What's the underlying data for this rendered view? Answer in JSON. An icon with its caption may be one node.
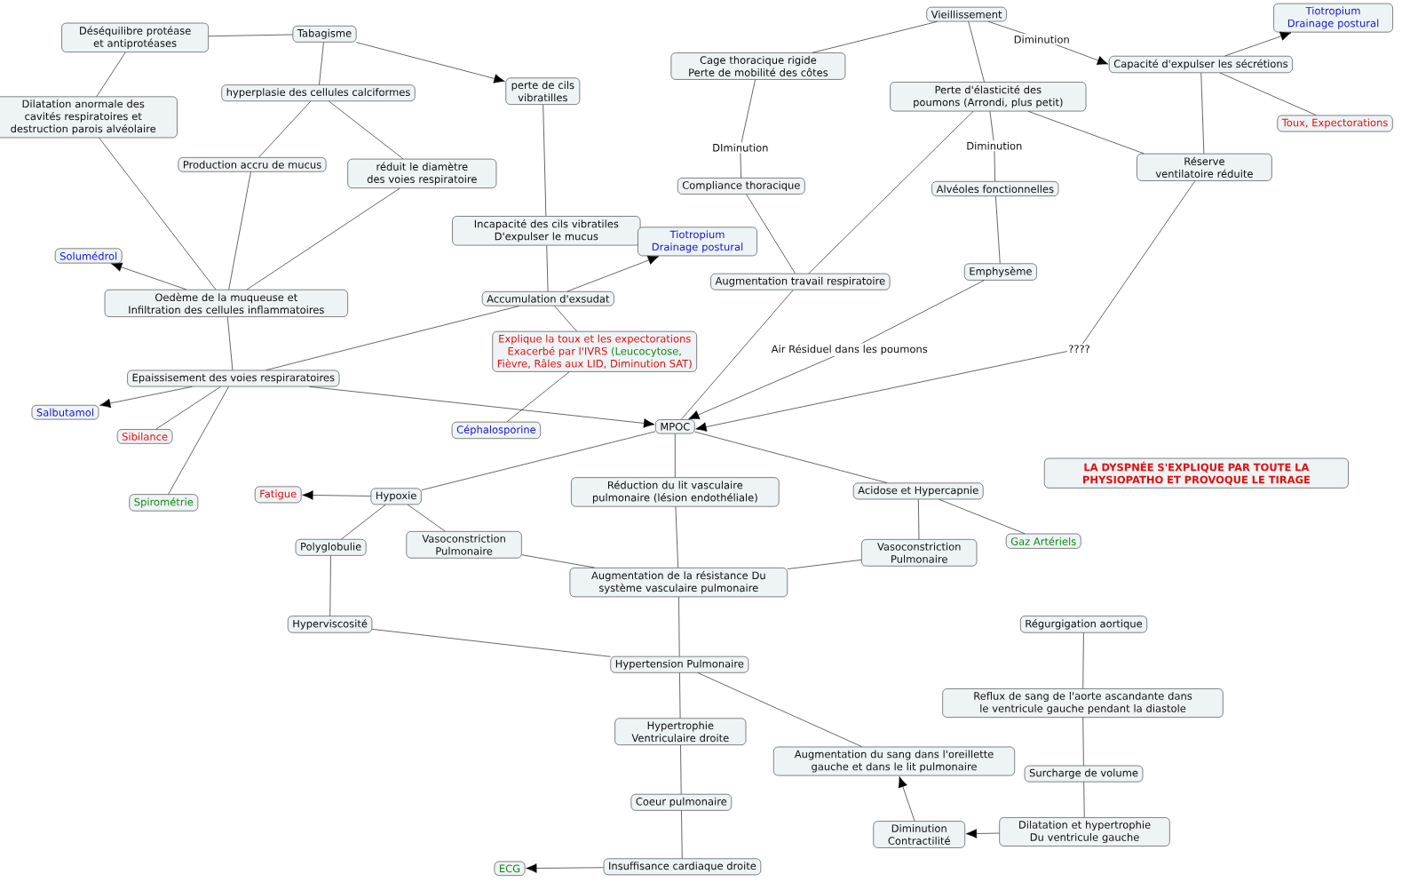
{
  "diagram": {
    "nodes": [
      {
        "text": [
          "Tabagisme"
        ]
      },
      {
        "text": [
          "Déséquilibre protéase et antiprotéases"
        ]
      },
      {
        "text": [
          "hyperplasie des cellules calciformes"
        ]
      },
      {
        "text": [
          "perte de cils vibratilles"
        ]
      },
      {
        "text": [
          "Dilatation anormale des cavités respiratoires et destruction parois alvéolaire"
        ]
      },
      {
        "text": [
          "Production accru de mucus"
        ]
      },
      {
        "text": [
          "réduit le diamètre des voies respiratoire"
        ]
      },
      {
        "text": [
          "Incapacité des cils vibratiles D'expulser le mucus"
        ]
      },
      {
        "text": [
          "Solumédrol"
        ]
      },
      {
        "text": [
          "Oedème de la muqueuse et Infiltration des cellules inflammatoires"
        ]
      },
      {
        "text": [
          "Accumulation d'exsudat"
        ]
      },
      {
        "text": [
          "Tiotropium Drainage postural"
        ]
      },
      {
        "text": [
          "Explique la toux et les expectorations",
          "Exacerbé par l'IVRS",
          "(Leucocytose,",
          "Fièvre, Râles aux LID, Diminution SAT)"
        ]
      },
      {
        "text": [
          "Epaissisement des voies respiraratoires"
        ]
      },
      {
        "text": [
          "Salbutamol"
        ]
      },
      {
        "text": [
          "Sibilance"
        ]
      },
      {
        "text": [
          "Céphalosporine"
        ]
      },
      {
        "text": [
          "Spirométrie"
        ]
      },
      {
        "text": [
          "Vieillissement"
        ]
      },
      {
        "text": [
          "Tiotropium Drainage postural"
        ]
      },
      {
        "text": [
          "Cage thoracique rigide Perte de mobilité des côtes"
        ]
      },
      {
        "text": [
          "Capacité d'expulser les sécrétions"
        ]
      },
      {
        "text": [
          "Perte d'élasticité des poumons (Arrondi, plus petit)"
        ]
      },
      {
        "text": [
          "Toux, Expectorations"
        ]
      },
      {
        "text": [
          "Compliance thoracique"
        ]
      },
      {
        "text": [
          "Alvéoles fonctionnelles"
        ]
      },
      {
        "text": [
          "Réserve ventilatoire réduite"
        ]
      },
      {
        "text": [
          "Augmentation travail respiratoire"
        ]
      },
      {
        "text": [
          "Emphysème"
        ]
      },
      {
        "text": [
          "MPOC"
        ]
      },
      {
        "text": [
          "LA DYSPNÉE S'EXPLIQUE PAR TOUTE LA PHYSIOPATHO ET PROVOQUE LE TIRAGE"
        ]
      },
      {
        "text": [
          "Fatigue"
        ]
      },
      {
        "text": [
          "Hypoxie"
        ]
      },
      {
        "text": [
          "Réduction du lit vasculaire pulmonaire (lésion endothéliale)"
        ]
      },
      {
        "text": [
          "Acidose et Hypercapnie"
        ]
      },
      {
        "text": [
          "Polyglobulie"
        ]
      },
      {
        "text": [
          "Vasoconstriction Pulmonaire"
        ]
      },
      {
        "text": [
          "Vasoconstriction Pulmonaire"
        ]
      },
      {
        "text": [
          "Gaz Artériels"
        ]
      },
      {
        "text": [
          "Augmentation de la résistance Du système vasculaire pulmonaire"
        ]
      },
      {
        "text": [
          "Hyperviscosité"
        ]
      },
      {
        "text": [
          "Régurgigation aortique"
        ]
      },
      {
        "text": [
          "Hypertension Pulmonaire"
        ]
      },
      {
        "text": [
          "Reflux de sang de l'aorte ascandante dans le ventricule gauche pendant la diastole"
        ]
      },
      {
        "text": [
          "Hypertrophie Ventriculaire droite"
        ]
      },
      {
        "text": [
          "Augmentation du sang dans l'oreillette gauche et dans le lit pulmonaire"
        ]
      },
      {
        "text": [
          "Surcharge de volume"
        ]
      },
      {
        "text": [
          "Coeur pulmonaire"
        ]
      },
      {
        "text": [
          "Diminution Contractilité"
        ]
      },
      {
        "text": [
          "Dilatation et hypertrophie Du ventricule gauche"
        ]
      },
      {
        "text": [
          "ECG"
        ]
      },
      {
        "text": [
          "Insuffisance cardiaque droite"
        ]
      }
    ],
    "edges": [
      {
        "from": 0,
        "to": 1,
        "arrow": "none"
      },
      {
        "from": 0,
        "to": 2,
        "arrow": "none"
      },
      {
        "from": 0,
        "to": 3,
        "arrow": "to"
      },
      {
        "from": 1,
        "to": 4,
        "arrow": "none"
      },
      {
        "from": 2,
        "to": 5,
        "arrow": "none"
      },
      {
        "from": 2,
        "to": 6,
        "arrow": "none"
      },
      {
        "from": 3,
        "to": 7,
        "arrow": "none"
      },
      {
        "from": 4,
        "to": 9,
        "arrow": "none"
      },
      {
        "from": 5,
        "to": 9,
        "arrow": "none"
      },
      {
        "from": 6,
        "to": 9,
        "arrow": "none"
      },
      {
        "from": 7,
        "to": 10,
        "arrow": "none"
      },
      {
        "from": 10,
        "to": 11,
        "arrow": "to"
      },
      {
        "from": 9,
        "to": 8,
        "arrow": "to"
      },
      {
        "from": 9,
        "to": 13,
        "arrow": "none"
      },
      {
        "from": 10,
        "to": 13,
        "arrow": "none"
      },
      {
        "from": 10,
        "to": 12,
        "arrow": "none"
      },
      {
        "from": 12,
        "to": 16,
        "arrow": "none"
      },
      {
        "from": 13,
        "to": 29,
        "arrow": "to"
      },
      {
        "from": 13,
        "to": 14,
        "arrow": "to"
      },
      {
        "from": 13,
        "to": 15,
        "arrow": "none"
      },
      {
        "from": 13,
        "to": 17,
        "arrow": "none"
      },
      {
        "from": 18,
        "to": 20,
        "arrow": "none"
      },
      {
        "from": 18,
        "to": 21,
        "arrow": "to",
        "label": "Diminution"
      },
      {
        "from": 18,
        "to": 22,
        "arrow": "none"
      },
      {
        "from": 21,
        "to": 19,
        "arrow": "to"
      },
      {
        "from": 21,
        "to": 23,
        "arrow": "none"
      },
      {
        "from": 21,
        "to": 26,
        "arrow": "none"
      },
      {
        "from": 22,
        "to": 26,
        "arrow": "none"
      },
      {
        "from": 20,
        "to": 24,
        "arrow": "none",
        "label": "DIminution"
      },
      {
        "from": 22,
        "to": 25,
        "arrow": "none",
        "label": "Diminution"
      },
      {
        "from": 24,
        "to": 27,
        "arrow": "none"
      },
      {
        "from": 22,
        "to": 27,
        "arrow": "none"
      },
      {
        "from": 25,
        "to": 28,
        "arrow": "none"
      },
      {
        "from": 27,
        "to": 29,
        "arrow": "none"
      },
      {
        "from": 28,
        "to": 29,
        "arrow": "to",
        "label": "Air Résiduel dans les poumons"
      },
      {
        "from": 26,
        "to": 29,
        "arrow": "to",
        "label": "????"
      },
      {
        "from": 29,
        "to": 32,
        "arrow": "none"
      },
      {
        "from": 29,
        "to": 33,
        "arrow": "none"
      },
      {
        "from": 29,
        "to": 34,
        "arrow": "none"
      },
      {
        "from": 32,
        "to": 31,
        "arrow": "to"
      },
      {
        "from": 32,
        "to": 35,
        "arrow": "none"
      },
      {
        "from": 32,
        "to": 36,
        "arrow": "none"
      },
      {
        "from": 33,
        "to": 39,
        "arrow": "none"
      },
      {
        "from": 36,
        "to": 39,
        "arrow": "none"
      },
      {
        "from": 34,
        "to": 37,
        "arrow": "none"
      },
      {
        "from": 34,
        "to": 38,
        "arrow": "none"
      },
      {
        "from": 37,
        "to": 39,
        "arrow": "none"
      },
      {
        "from": 35,
        "to": 40,
        "arrow": "none"
      },
      {
        "from": 40,
        "to": 42,
        "arrow": "none"
      },
      {
        "from": 39,
        "to": 42,
        "arrow": "none"
      },
      {
        "from": 42,
        "to": 44,
        "arrow": "none"
      },
      {
        "from": 42,
        "to": 45,
        "arrow": "none"
      },
      {
        "from": 44,
        "to": 47,
        "arrow": "none"
      },
      {
        "from": 47,
        "to": 51,
        "arrow": "none"
      },
      {
        "from": 51,
        "to": 50,
        "arrow": "to"
      },
      {
        "from": 41,
        "to": 43,
        "arrow": "none"
      },
      {
        "from": 43,
        "to": 46,
        "arrow": "none"
      },
      {
        "from": 46,
        "to": 49,
        "arrow": "none"
      },
      {
        "from": 49,
        "to": 48,
        "arrow": "to"
      },
      {
        "from": 48,
        "to": 45,
        "arrow": "to"
      }
    ]
  }
}
